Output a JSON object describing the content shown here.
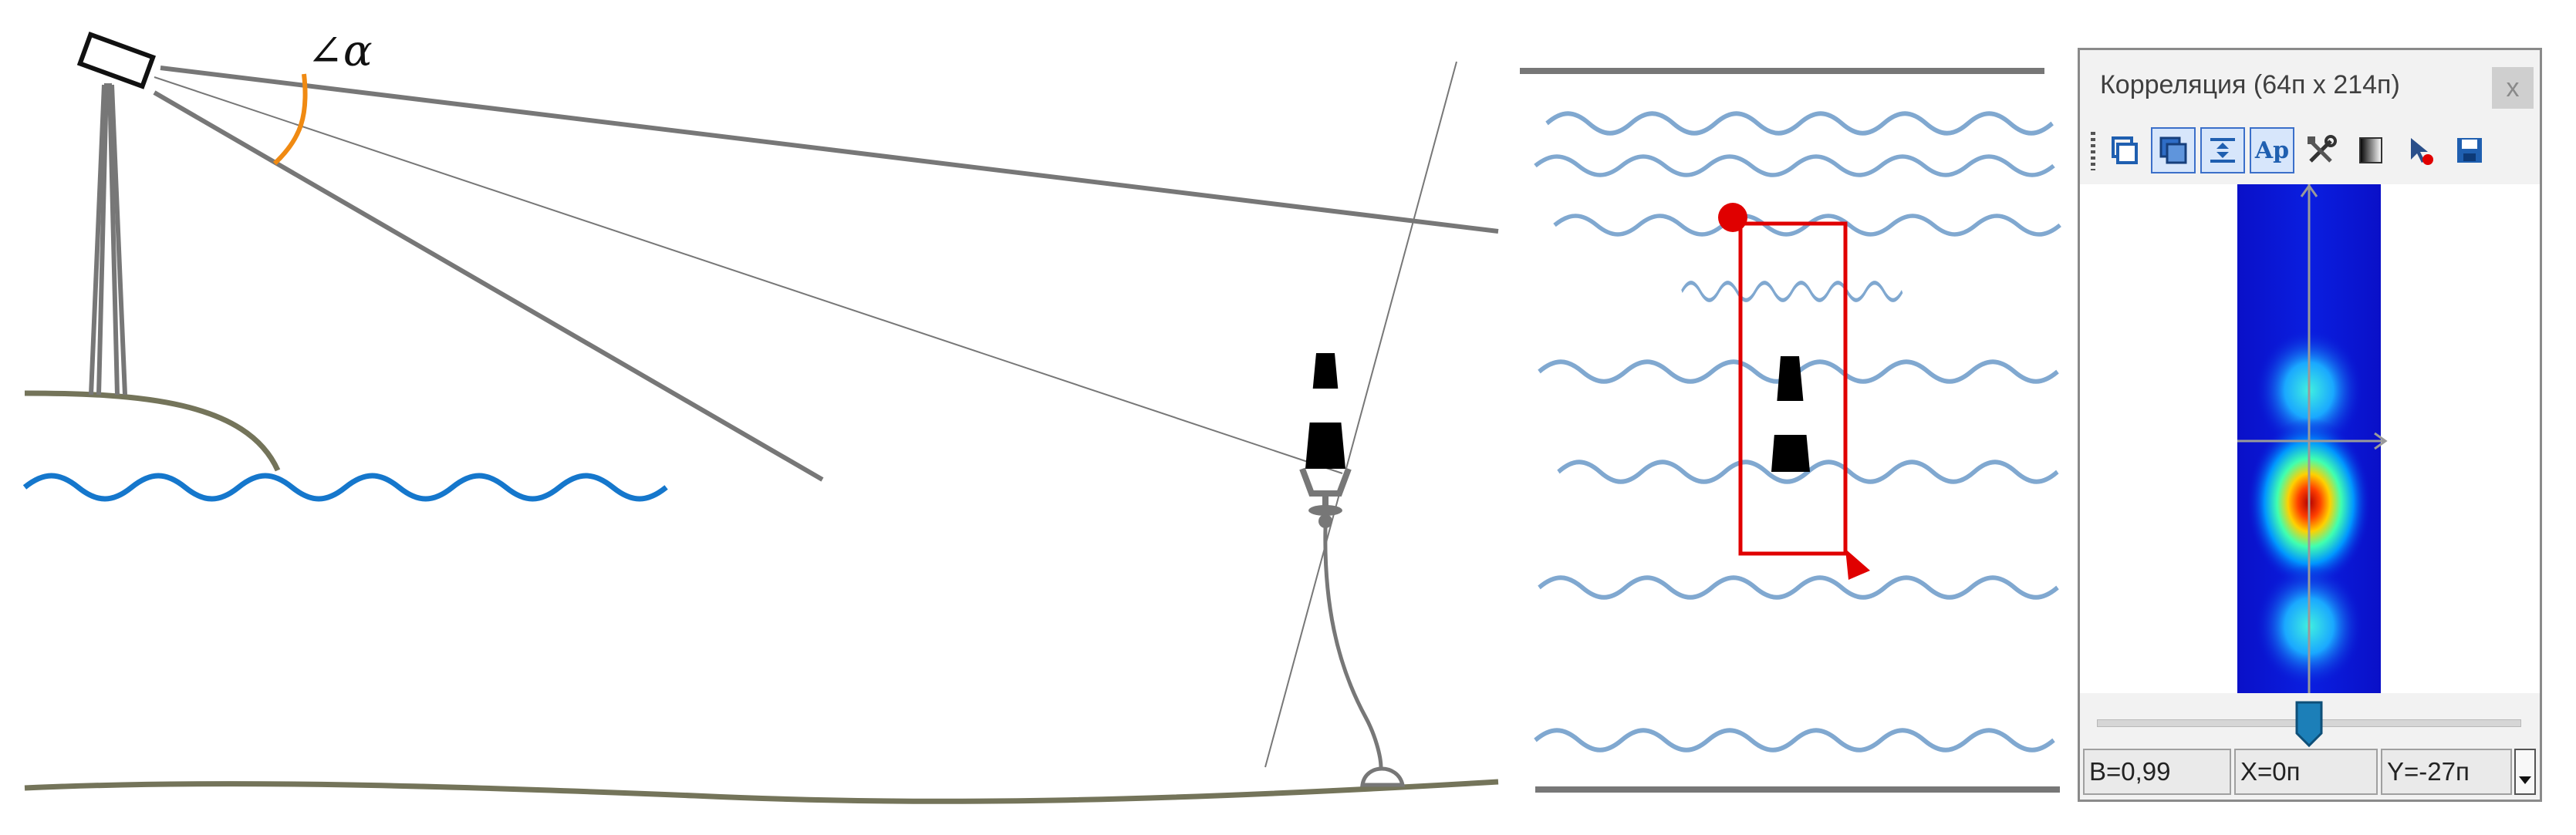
{
  "scene": {
    "angle_label": "∠α",
    "colors": {
      "water": "#1577cc",
      "waves": "#80a8d0",
      "ground": "#74745a",
      "lines": "#777777",
      "frame": "#e00000",
      "marker": "#e00000",
      "angle_arc": "#f08a12",
      "buoy": "#000000",
      "tower": "#777777"
    }
  },
  "correlation_window": {
    "title": "Корреляция (64п x 214п)",
    "close_label": "x",
    "toolbar": [
      {
        "icon": "copy-windows-icon",
        "active": false
      },
      {
        "icon": "overlay-windows-icon",
        "active": true
      },
      {
        "icon": "fit-vertical-icon",
        "active": true
      },
      {
        "icon": "text-ap-icon",
        "label": "Ap",
        "active": true
      },
      {
        "icon": "tools-icon",
        "active": false
      },
      {
        "icon": "gradient-icon",
        "active": false
      },
      {
        "icon": "pointer-marker-icon",
        "active": false
      },
      {
        "icon": "save-icon",
        "active": false
      }
    ],
    "slider": {
      "value_fraction": 0.5
    },
    "status": {
      "b": "B=0,99",
      "x": "X=0п",
      "y": "Y=-27п"
    }
  }
}
